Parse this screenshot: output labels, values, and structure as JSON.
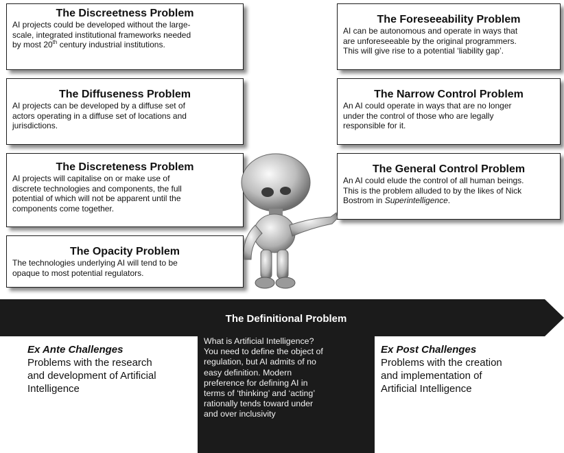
{
  "left_boxes": [
    {
      "title": "The Discreetness Problem",
      "lines": [
        "AI projects could be developed without the large-",
        "scale, integrated institutional frameworks needed"
      ],
      "last_pre": "by most 20",
      "last_sup": "th",
      "last_post": " century industrial institutions."
    },
    {
      "title": "The Diffuseness Problem",
      "lines": [
        "AI projects can be developed by a diffuse set of",
        "actors operating in a diffuse set of locations and",
        "jurisdictions."
      ]
    },
    {
      "title": "The Discreteness Problem",
      "lines": [
        "AI projects will capitalise on or make use of",
        "discrete technologies and components, the full",
        "potential of which will not be apparent until the",
        "components come together."
      ]
    },
    {
      "title": "The Opacity Problem",
      "lines": [
        "The technologies underlying AI will tend to be",
        "opaque to most potential regulators."
      ]
    }
  ],
  "right_boxes": [
    {
      "title": "The Foreseeability Problem",
      "lines": [
        "AI can be autonomous and operate in ways that",
        "are unforeseeable by the original programmers.",
        "This will give rise to a potential ‘liability gap’."
      ]
    },
    {
      "title": "The Narrow Control Problem",
      "lines": [
        "An AI could operate in ways that are no longer",
        "under the control of those who are legally",
        "responsible for it."
      ]
    },
    {
      "title": "The General Control Problem",
      "lines": [
        "An AI could elude the control of all human beings.",
        "This is the problem alluded to by the likes of Nick"
      ],
      "last_pre": "Bostrom in ",
      "last_italic": "Superintelligence",
      "last_post": "."
    }
  ],
  "definitional": {
    "title": "The Definitional Problem",
    "lines": [
      "What is Artificial Intelligence?",
      "You need to define the object of",
      "regulation, but AI admits of no",
      "easy definition. Modern",
      "preference for defining AI in",
      "terms of ‘thinking’ and ‘acting’",
      "rationally tends toward under",
      "and over inclusivity"
    ]
  },
  "ex_ante": {
    "heading": "Ex Ante Challenges",
    "lines": [
      "Problems with the research",
      "and development of Artificial",
      "Intelligence"
    ]
  },
  "ex_post": {
    "heading": "Ex Post Challenges",
    "lines": [
      "Problems with the creation",
      "and implementation of",
      "Artificial Intelligence"
    ]
  },
  "robot_icon": "robot-illustration"
}
